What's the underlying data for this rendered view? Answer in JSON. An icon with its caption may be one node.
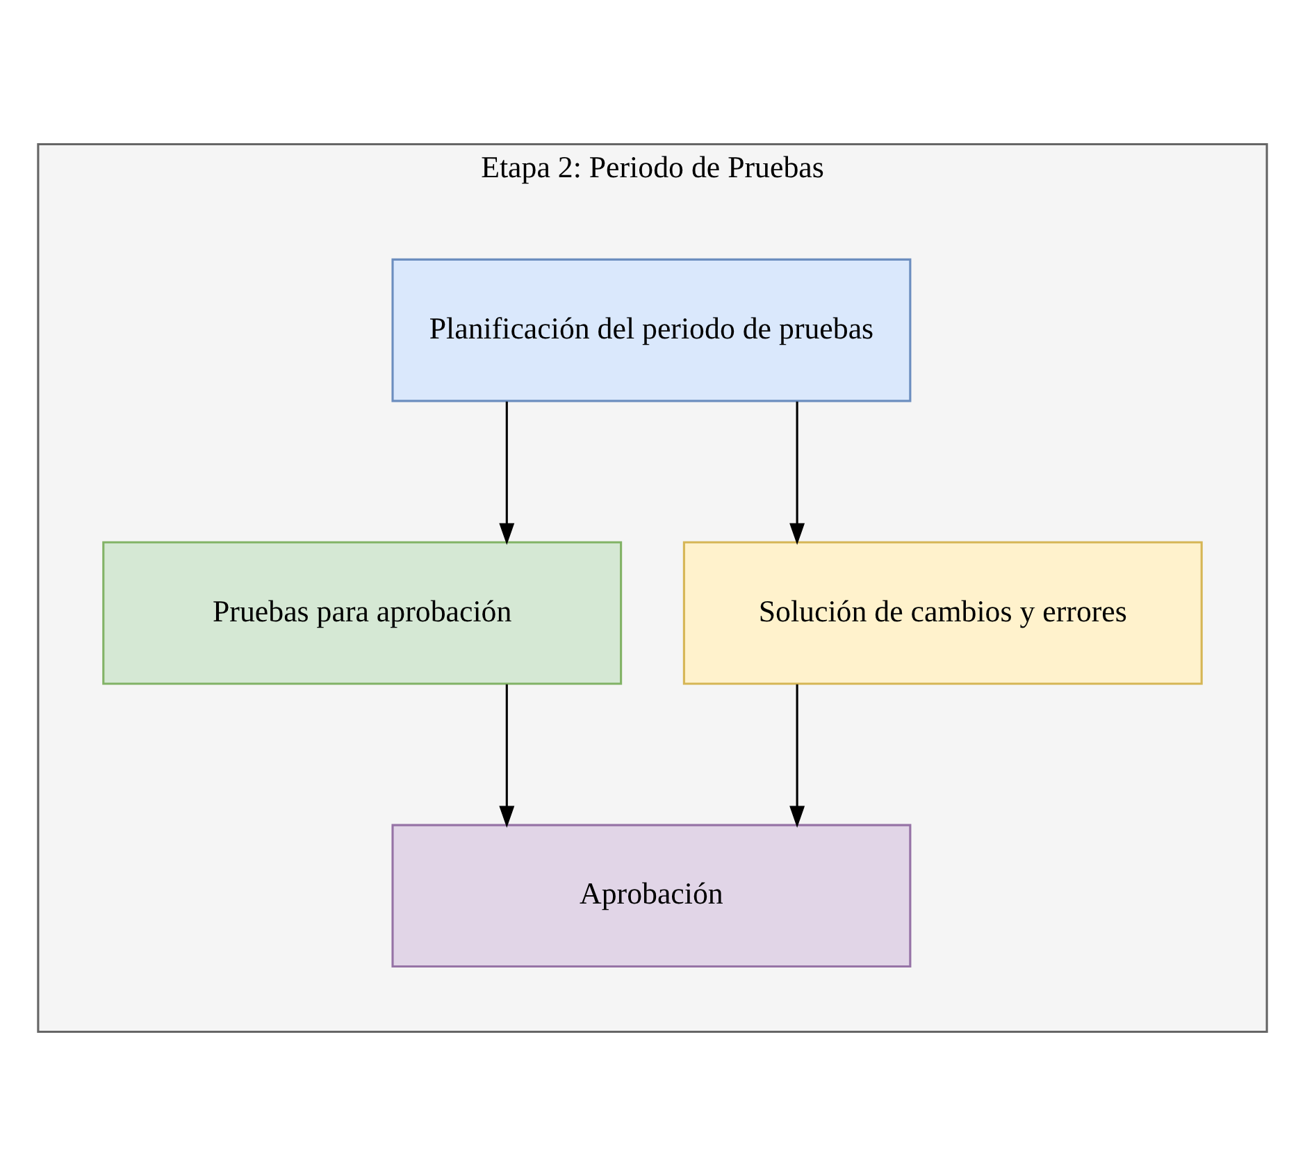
{
  "diagram": {
    "nodes": [
      {
        "text": [
          "Etapa 2: Periodo de Pruebas"
        ]
      },
      {
        "text": [
          "Planificación del periodo de pruebas"
        ],
        "in": 0
      },
      {
        "text": [
          "Pruebas para aprobación"
        ],
        "in": 0
      },
      {
        "text": [
          "Solución de cambios y errores"
        ],
        "in": 0
      },
      {
        "text": [
          "Aprobación"
        ],
        "in": 0
      }
    ],
    "edges": [
      {
        "from": 1,
        "to": 2,
        "arrow": "to"
      },
      {
        "from": 1,
        "to": 3,
        "arrow": "to"
      },
      {
        "from": 2,
        "to": 4,
        "arrow": "to"
      },
      {
        "from": 3,
        "to": 4,
        "arrow": "to"
      }
    ]
  }
}
